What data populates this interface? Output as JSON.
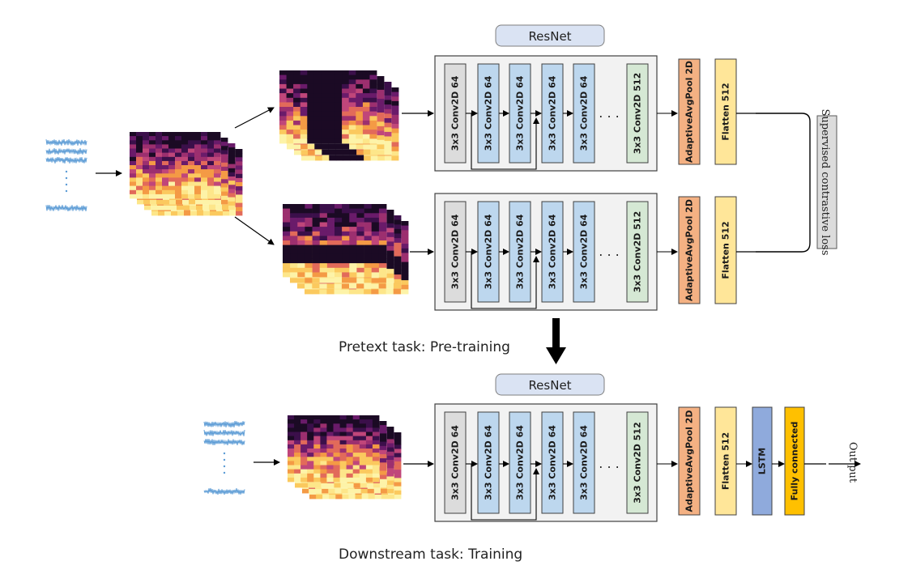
{
  "labels": {
    "resnet_top": "ResNet",
    "resnet_bottom": "ResNet",
    "pretext_caption": "Pretext task: Pre-training",
    "downstream_caption": "Downstream task: Training",
    "contrastive_loss": "Supervised contrastive loss",
    "output": "Out put",
    "ellipsis": ". . ."
  },
  "resnet_blocks": {
    "first": "3x3 Conv2D 64",
    "conv": "3x3 Conv2D 64",
    "last": "3x3 Conv2D 512"
  },
  "head_blocks": {
    "pool": "AdaptiveAvgPool 2D",
    "flatten": "Flatten 512",
    "lstm": "LSTM",
    "fc": "Fully connected"
  },
  "colors": {
    "gray_block": "#dcdcdc",
    "blue_block": "#bdd7ee",
    "green_block": "#d5e8d4",
    "orange_block": "#f4b183",
    "yellow_block": "#ffe699",
    "lstm_block": "#8faadc",
    "fc_block": "#ffc000",
    "resnet_label_fill": "#dae3f3",
    "container_fill": "#f2f2f2",
    "waveform": "#5b9bd5",
    "spectrogram_dark": "#1b0a24",
    "spectrogram_mid": "#c0467a",
    "spectrogram_light": "#fdf3a8"
  }
}
